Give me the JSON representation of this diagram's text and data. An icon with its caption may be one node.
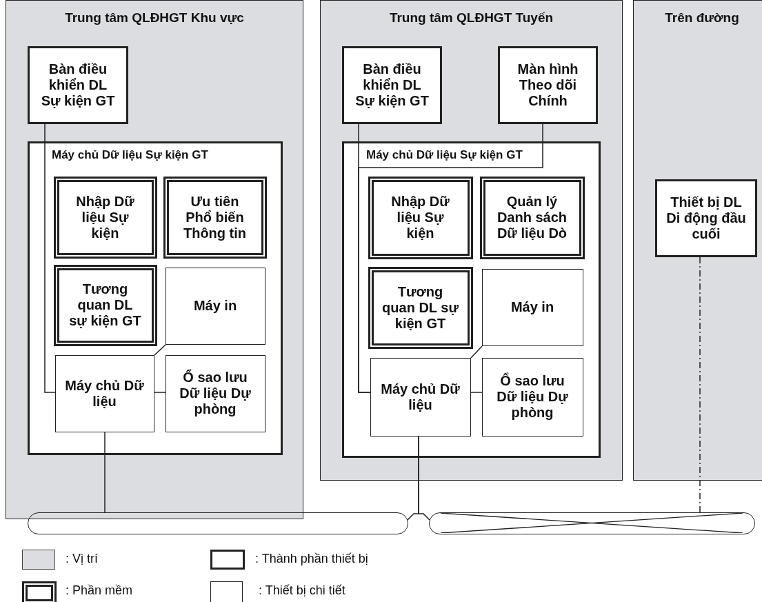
{
  "diagram": {
    "nodes": [
      {
        "text": [
          "Trung tâm QLĐHGT Khu vực"
        ]
      },
      {
        "text": [
          "Bàn điều khiển DL Sự kiện GT"
        ],
        "in": 0
      },
      {
        "text": [
          "Máy chủ Dữ liệu Sự kiện GT"
        ],
        "in": 0
      },
      {
        "text": [
          "Nhập Dữ liệu Sự kiện"
        ],
        "in": 2
      },
      {
        "text": [
          "Ưu tiên Phổ biến Thông tin"
        ],
        "in": 2
      },
      {
        "text": [
          "Tương quan DL sự kiện GT"
        ],
        "in": 2
      },
      {
        "text": [
          "Máy in"
        ],
        "in": 2
      },
      {
        "text": [
          "Máy chủ Dữ liệu"
        ],
        "in": 2
      },
      {
        "text": [
          "Ổ sao lưu Dữ liệu Dự phòng"
        ],
        "in": 2
      },
      {
        "text": [
          "Trung tâm QLĐHGT Tuyến"
        ]
      },
      {
        "text": [
          "Bàn điều khiển DL Sự kiện GT"
        ],
        "in": 9
      },
      {
        "text": [
          "Màn hình Theo dõi Chính"
        ],
        "in": 9
      },
      {
        "text": [
          "Máy chủ Dữ liệu Sự kiện GT"
        ],
        "in": 9
      },
      {
        "text": [
          "Nhập Dữ liệu Sự kiện"
        ],
        "in": 12
      },
      {
        "text": [
          "Quản lý Danh sách Dữ liệu Dò"
        ],
        "in": 12
      },
      {
        "text": [
          "Tương quan DL sự kiện GT"
        ],
        "in": 12
      },
      {
        "text": [
          "Máy in"
        ],
        "in": 12
      },
      {
        "text": [
          "Máy chủ Dữ liệu"
        ],
        "in": 12
      },
      {
        "text": [
          "Ổ sao lưu Dữ liệu Dự phòng"
        ],
        "in": 12
      },
      {
        "text": [
          "Trên đường"
        ]
      },
      {
        "text": [
          "Thiết bị DL Di động đầu cuối"
        ],
        "in": 19
      },
      {
        "text": [],
        "shape": "bar"
      },
      {
        "text": [],
        "shape": "bar"
      }
    ],
    "edges": [
      {
        "from": 1,
        "to": 7,
        "arrow": "none"
      },
      {
        "from": 6,
        "to": 7,
        "arrow": "none"
      },
      {
        "from": 7,
        "to": 8,
        "arrow": "none"
      },
      {
        "from": 7,
        "to": 21,
        "arrow": "none"
      },
      {
        "from": 10,
        "to": 17,
        "arrow": "none"
      },
      {
        "from": 11,
        "to": 17,
        "arrow": "none"
      },
      {
        "from": 16,
        "to": 17,
        "arrow": "none"
      },
      {
        "from": 17,
        "to": 18,
        "arrow": "none"
      },
      {
        "from": 17,
        "to": 21,
        "arrow": "none"
      },
      {
        "from": 17,
        "to": 22,
        "arrow": "none"
      },
      {
        "from": 20,
        "to": 22,
        "arrow": "none",
        "style": "dashed"
      }
    ],
    "legend": [
      {
        "text": ": Vị trí",
        "color": "#dcdde0"
      },
      {
        "text": ": Thành phần thiết bị"
      },
      {
        "text": ": Phần mềm"
      },
      {
        "text": ": Thiết bị chi tiết"
      }
    ]
  }
}
